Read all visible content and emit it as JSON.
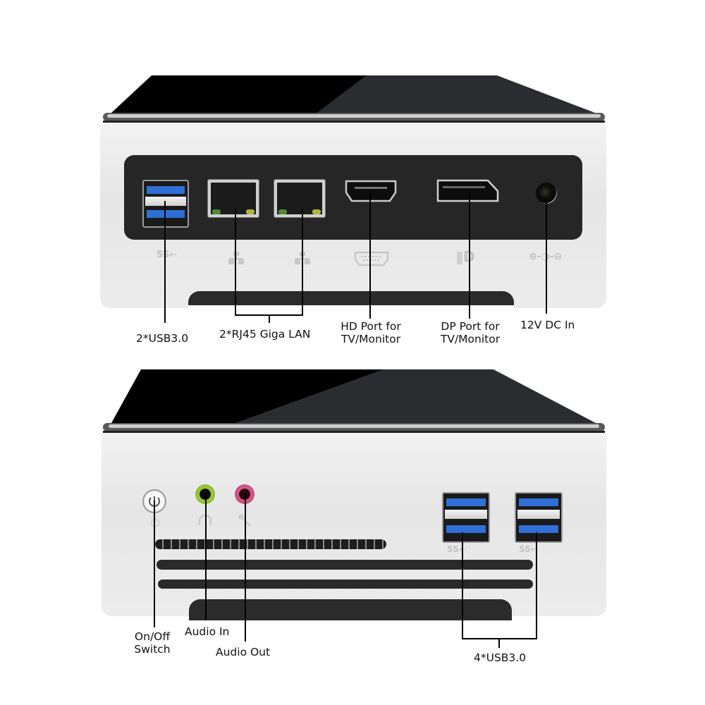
{
  "colors": {
    "case_silver": "#e9e9e9",
    "lid_black": "#000000",
    "lid_gray": "#2b2c30",
    "panel_black": "#262626",
    "usb_blue": "#2f6fd6",
    "audio_in_green": "#9ccc3c",
    "audio_out_pink": "#d65b8a",
    "callout_line": "#000000",
    "label_text": "#111111"
  },
  "rear_view": {
    "port_icons": [
      "ss-usb-icon",
      "network-icon",
      "network-icon",
      "hdmi-icon",
      "displayport-icon",
      "dc-polarity-icon"
    ],
    "icon_glyphs": {
      "usb": "SS⇠",
      "dp": "D",
      "dc": "⊕-◑-⊖"
    },
    "labels": {
      "usb": "2*USB3.0",
      "lan": "2*RJ45 Giga LAN",
      "hd_line1": "HD Port for",
      "hd_line2": "TV/Monitor",
      "dp_line1": "DP Port for",
      "dp_line2": "TV/Monitor",
      "dc": "12V DC In"
    }
  },
  "front_view": {
    "port_icons": [
      "power-button-icon",
      "headphone-jack-icon",
      "microphone-jack-icon",
      "ss-usb-icon",
      "ss-usb-icon"
    ],
    "icon_glyphs": {
      "power": "⏻",
      "usb": "SS⇠"
    },
    "labels": {
      "power_line1": "On/Off",
      "power_line2": "Switch",
      "audio_in": "Audio In",
      "audio_out": "Audio Out",
      "usb": "4*USB3.0"
    }
  }
}
